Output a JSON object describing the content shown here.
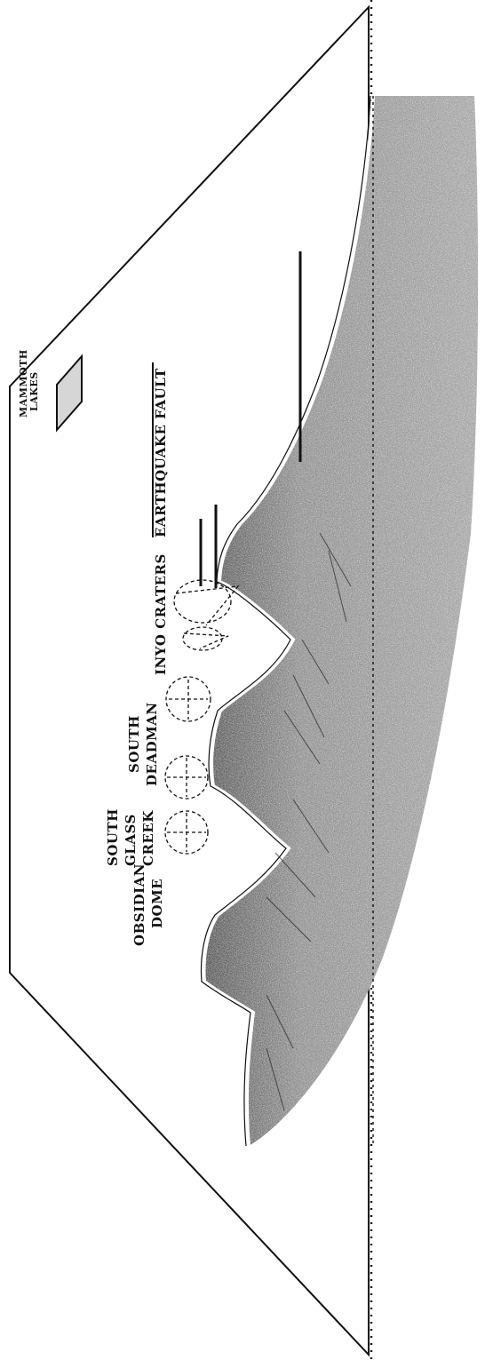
{
  "labels": {
    "mammoth_lakes": [
      "MAMMOTH",
      "LAKES"
    ],
    "earthquake_fault": "EARTHQUAKE FAULT",
    "inyo_craters": "INYO CRATERS",
    "south_deadman": [
      "SOUTH",
      "DEADMAN"
    ],
    "south_glass_creek": [
      "SOUTH",
      "GLASS",
      "CREEK"
    ],
    "obsidian_dome": [
      "OBSIDIAN",
      "DOME"
    ]
  },
  "colors": {
    "ink": "#111111",
    "dike_fill": "#8a8a8a",
    "dike_dark": "#3a3a3a",
    "background": "#ffffff"
  }
}
